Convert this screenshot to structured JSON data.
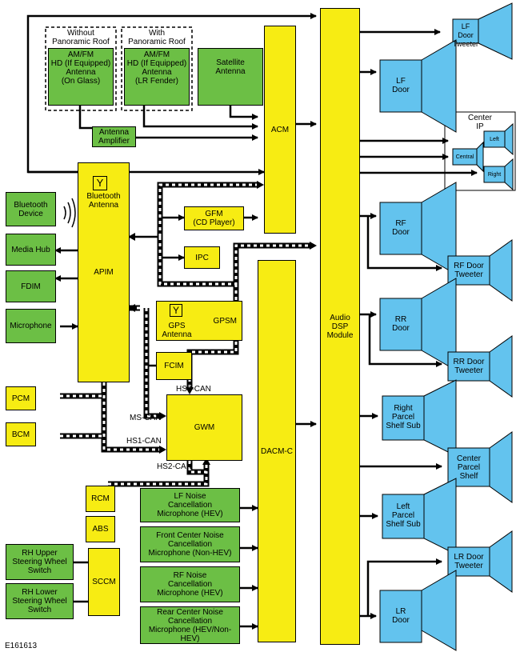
{
  "modules": {
    "acm": "ACM",
    "audio_dsp": "Audio\nDSP\nModule",
    "dacm": "DACM-C",
    "apim": "APIM",
    "bt_antenna": "Bluetooth\nAntenna",
    "gfm": "GFM\n(CD Player)",
    "ipc": "IPC",
    "gpsm": "GPSM",
    "gps_antenna": "GPS\nAntenna",
    "fcim": "FCIM",
    "gwm": "GWM",
    "pcm": "PCM",
    "bcm": "BCM",
    "rcm": "RCM",
    "abs": "ABS",
    "sccm": "SCCM"
  },
  "antennas": {
    "group1_label": "Without\nPanoramic Roof",
    "group1_text": "AM/FM\nHD (If Equipped)\nAntenna\n(On Glass)",
    "group2_label": "With\nPanoramic Roof",
    "group2_text": "AM/FM\nHD (If Equipped)\nAntenna\n(LR Fender)",
    "satellite": "Satellite\nAntenna",
    "amplifier": "Antenna\nAmplifier"
  },
  "inputs": {
    "bluetooth_device": "Bluetooth\nDevice",
    "media_hub": "Media Hub",
    "fdim": "FDIM",
    "microphone": "Microphone",
    "rh_upper": "RH Upper\nSteering Wheel\nSwitch",
    "rh_lower": "RH Lower\nSteering Wheel\nSwitch"
  },
  "noise_mics": [
    "LF Noise\nCancellation\nMicrophone (HEV)",
    "Front Center Noise\nCancellation\nMicrophone (Non-HEV)",
    "RF Noise\nCancellation\nMicrophone (HEV)",
    "Rear Center Noise\nCancellation\nMicrophone (HEV/Non-HEV)"
  ],
  "speakers": {
    "lf_tweeter": "LF Door\nTweeter",
    "lf_door": "LF\nDoor",
    "center_ip": "Center\nIP",
    "ip_left": "Left",
    "ip_central": "Central",
    "ip_right": "Right",
    "rf_door": "RF\nDoor",
    "rf_tweeter": "RF Door\nTweeter",
    "rr_door": "RR\nDoor",
    "rr_tweeter": "RR Door\nTweeter",
    "right_sub": "Right\nParcel\nShelf Sub",
    "center_shelf": "Center\nParcel\nShelf",
    "left_sub": "Left\nParcel\nShelf Sub",
    "lr_tweeter": "LR Door\nTweeter",
    "lr_door": "LR\nDoor"
  },
  "buses": {
    "hs3": "HS3-CAN",
    "ms": "MS-CAN",
    "hs1": "HS1-CAN",
    "hs2": "HS2-CAN"
  },
  "figure_id": "E161613",
  "colors": {
    "module": "#f7ec13",
    "input": "#6cbf45",
    "speaker": "#63c3ee"
  }
}
